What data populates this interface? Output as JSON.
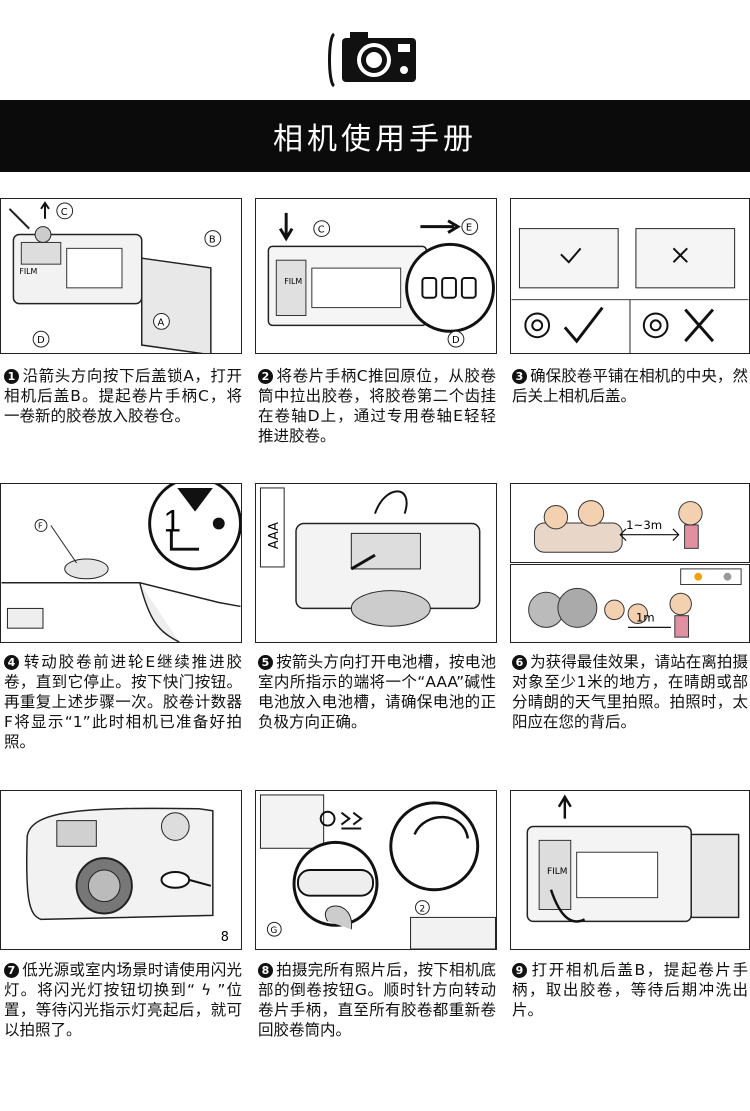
{
  "header": {
    "title": "相机使用手册"
  },
  "steps": [
    {
      "num": "1",
      "text": "沿箭头方向按下后盖锁A，打开相机后盖B。提起卷片手柄C，将一卷新的胶卷放入胶卷仓。"
    },
    {
      "num": "2",
      "text": "将卷片手柄C推回原位，从胶卷筒中拉出胶卷，将胶卷第二个齿挂在卷轴D上，通过专用卷轴E轻轻推进胶卷。"
    },
    {
      "num": "3",
      "text": "确保胶卷平铺在相机的中央，然后关上相机后盖。"
    },
    {
      "num": "4",
      "text": "转动胶卷前进轮E继续推进胶卷，直到它停止。按下快门按钮。再重复上述步骤一次。胶卷计数器F将显示“1”此时相机已准备好拍照。"
    },
    {
      "num": "5",
      "text": "按箭头方向打开电池槽，按电池室内所指示的端将一个“AAA”碱性电池放入电池槽，请确保电池的正负极方向正确。"
    },
    {
      "num": "6",
      "text": "为获得最佳效果，请站在离拍摄对象至少1米的地方，在晴朗或部分晴朗的天气里拍照。拍照时，太阳应在您的背后。"
    },
    {
      "num": "7",
      "text": "低光源或室内场景时请使用闪光灯。将闪光灯按钮切换到“ ϟ ”位置，等待闪光指示灯亮起后，就可以拍照了。"
    },
    {
      "num": "8",
      "text": "拍摄完所有照片后，按下相机底部的倒卷按钮G。顺时针方向转动卷片手柄，直至所有胶卷都重新卷回胶卷筒内。"
    },
    {
      "num": "9",
      "text": "打开相机后盖B，提起卷片手柄，取出胶卷，等待后期冲洗出片。"
    }
  ],
  "labels": {
    "a": "A",
    "b": "B",
    "c": "C",
    "d": "D",
    "e": "E",
    "f": "F",
    "g": "G",
    "film": "FILM",
    "aaa": "AAA",
    "counter_one": "1",
    "distance_far": "1~3m",
    "distance_near": "1m",
    "counter_eight": "8",
    "g_num": "2"
  }
}
